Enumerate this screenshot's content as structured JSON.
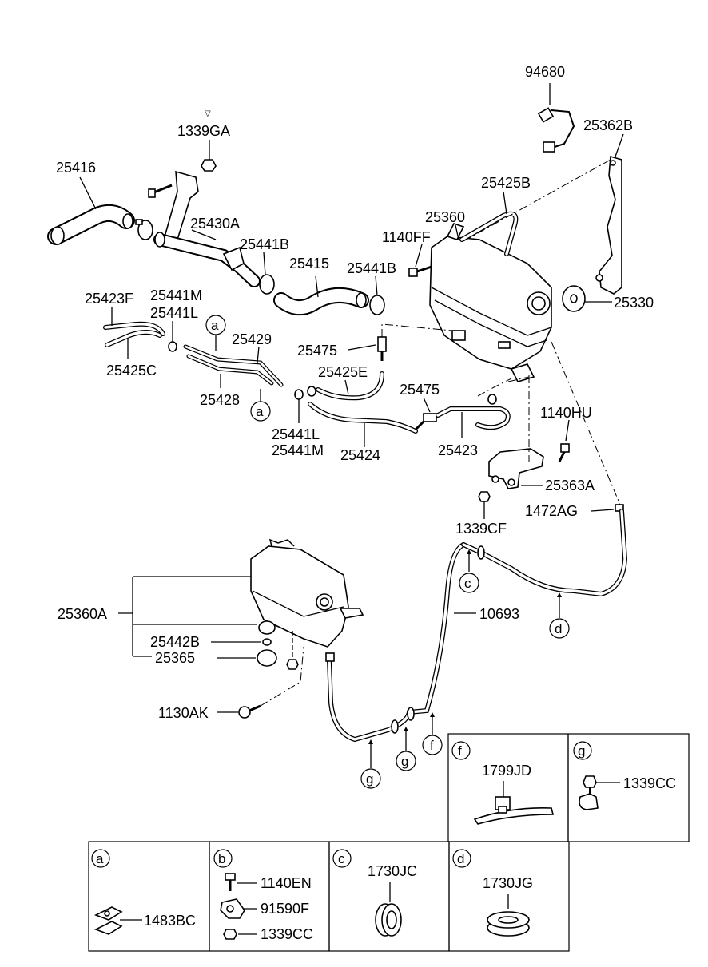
{
  "title_mark": "▽",
  "callouts": {
    "p94680": "94680",
    "p25362B": "25362B",
    "p1339GA": "1339GA",
    "p25416": "25416",
    "p25425B": "25425B",
    "p25360": "25360",
    "p25430A": "25430A",
    "p1140FF": "1140FF",
    "p25441B_1": "25441B",
    "p25441B_2": "25441B",
    "p25415": "25415",
    "p25330": "25330",
    "p25423F": "25423F",
    "p25441M_1": "25441M",
    "p25441L_1": "25441L",
    "p25429": "25429",
    "p25475_1": "25475",
    "p25425C": "25425C",
    "p25425E": "25425E",
    "p25475_2": "25475",
    "p25428": "25428",
    "p1140HU": "1140HU",
    "p25441L_2": "25441L",
    "p25441M_2": "25441M",
    "p25424": "25424",
    "p25423": "25423",
    "p25363A": "25363A",
    "p1472AG": "1472AG",
    "p1339CF": "1339CF",
    "p25360A": "25360A",
    "p10693": "10693",
    "p25442B": "25442B",
    "p25365": "25365",
    "p1130AK": "1130AK"
  },
  "circle_refs": {
    "a1": "a",
    "a2": "a",
    "c": "c",
    "d": "d",
    "f": "f",
    "g1": "g",
    "g2": "g"
  },
  "detail_boxes": {
    "a": {
      "letter": "a",
      "parts": [
        "1483BC"
      ]
    },
    "b": {
      "letter": "b",
      "parts": [
        "1140EN",
        "91590F",
        "1339CC"
      ]
    },
    "c": {
      "letter": "c",
      "parts": [
        "1730JC"
      ]
    },
    "d": {
      "letter": "d",
      "parts": [
        "1730JG"
      ]
    },
    "f": {
      "letter": "f",
      "parts": [
        "1799JD"
      ]
    },
    "g": {
      "letter": "g",
      "parts": [
        "1339CC"
      ]
    }
  }
}
